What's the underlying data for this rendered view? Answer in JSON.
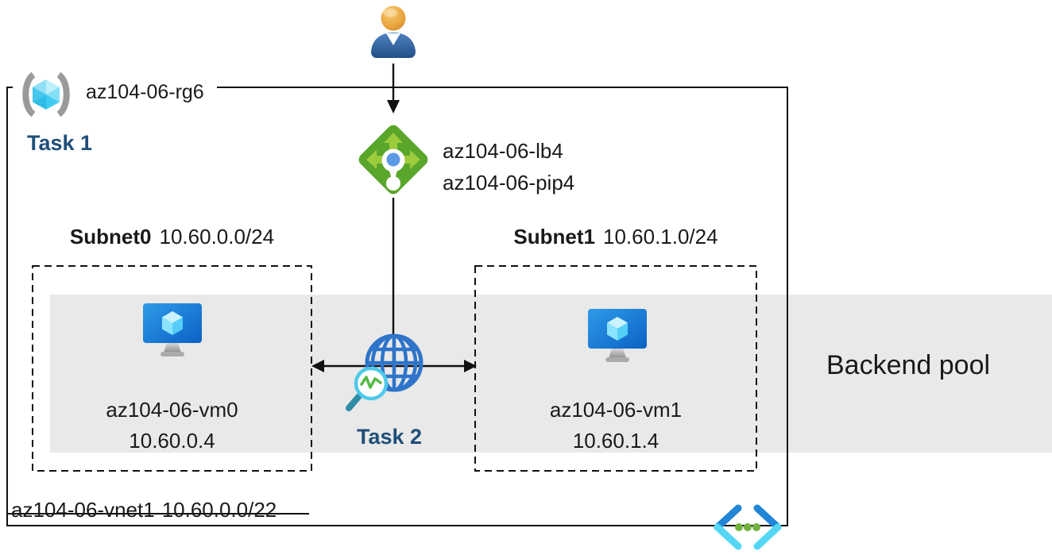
{
  "diagram_title_context": "Azure load balancing lab diagram",
  "resource_group": {
    "name": "az104-06-rg6",
    "task": "Task 1"
  },
  "load_balancer": {
    "name": "az104-06-lb4",
    "public_ip": "az104-06-pip4"
  },
  "monitoring": {
    "task": "Task 2"
  },
  "subnets": [
    {
      "name": "Subnet0",
      "cidr": "10.60.0.0/24",
      "vm_name": "az104-06-vm0",
      "vm_ip": "10.60.0.4"
    },
    {
      "name": "Subnet1",
      "cidr": "10.60.1.0/24",
      "vm_name": "az104-06-vm1",
      "vm_ip": "10.60.1.4"
    }
  ],
  "backend_pool": {
    "label": "Backend pool"
  },
  "vnet": {
    "name": "az104-06-vnet1",
    "cidr": "10.60.0.0/22"
  },
  "icons": {
    "user": "person-user-icon",
    "resource_group": "azure-resource-group-brackets-cube-icon",
    "load_balancer": "azure-load-balancer-green-diamond-icon",
    "virtual_machine": "azure-vm-monitor-cube-icon",
    "network_monitor": "globe-with-magnifier-monitoring-icon",
    "virtual_network": "azure-vnet-chevrons-dots-icon"
  },
  "colors": {
    "task_text": "#1F4E79",
    "backend_band": "#E9E9E9",
    "lb_green": "#5AA62B",
    "lb_arrow_green": "#9CCB3C",
    "lb_dot_blue": "#5B9BE6",
    "vm_blue": "#1286E0",
    "cube_cyan": "#50E6FF",
    "globe_blue": "#2E74C9",
    "magnifier_cyan": "#4EC9E9",
    "handle_teal": "#2E8CA6",
    "zigzag_green": "#55B847",
    "vnet_dark_blue": "#2186D8",
    "vnet_light_blue": "#55D7F4",
    "vnet_dot_green": "#73B13D",
    "user_head_orange": "#E8A33D",
    "user_body_blue": "#3A6EA5",
    "line_black": "#111111"
  }
}
